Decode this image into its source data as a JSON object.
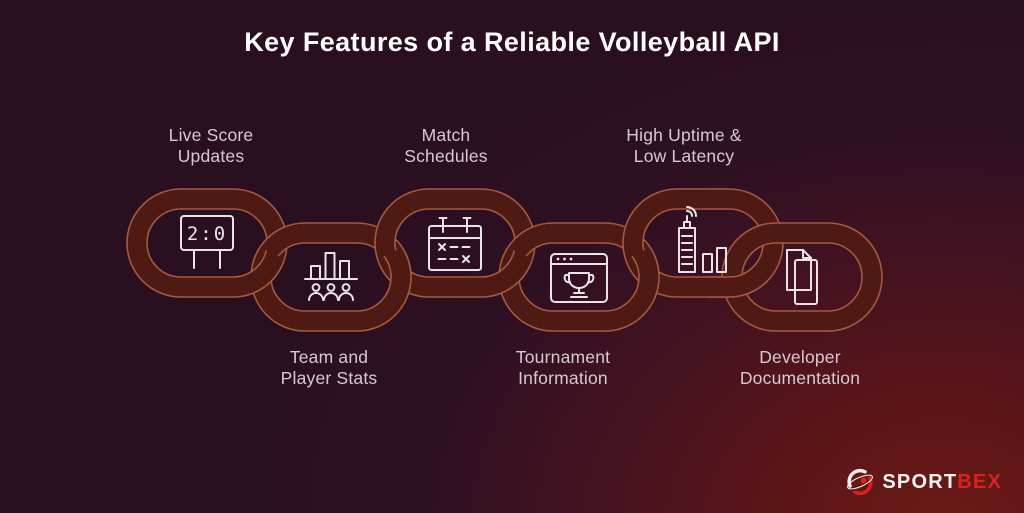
{
  "title": "Key Features of a Reliable Volleyball API",
  "features": [
    {
      "id": "live-score-updates",
      "lines": [
        "Live Score",
        "Updates"
      ],
      "label_position": "top",
      "icon": "scoreboard-icon",
      "icon_text": "2:0"
    },
    {
      "id": "team-player-stats",
      "lines": [
        "Team and",
        "Player Stats"
      ],
      "label_position": "bottom",
      "icon": "team-stats-icon"
    },
    {
      "id": "match-schedules",
      "lines": [
        "Match",
        "Schedules"
      ],
      "label_position": "top",
      "icon": "calendar-icon"
    },
    {
      "id": "tournament-information",
      "lines": [
        "Tournament",
        "Information"
      ],
      "label_position": "bottom",
      "icon": "trophy-browser-icon"
    },
    {
      "id": "high-uptime-low-latency",
      "lines": [
        "High Uptime &",
        "Low Latency"
      ],
      "label_position": "top",
      "icon": "uptime-tower-icon"
    },
    {
      "id": "developer-documentation",
      "lines": [
        "Developer",
        "Documentation"
      ],
      "label_position": "bottom",
      "icon": "documents-icon"
    }
  ],
  "logo": {
    "text_primary": "SPORT",
    "text_secondary": "BEX",
    "icon": "sportbex-globe-icon"
  },
  "colors": {
    "background_base": "#2a0f21",
    "background_glow": "#6b1b16",
    "chain_band": "#4f1a14",
    "chain_outline": "#a35a41",
    "icon_stroke": "#eae3ea",
    "label_text": "#d6c9d4",
    "title_text": "#fefdfe",
    "logo_accent": "#d8231d"
  }
}
